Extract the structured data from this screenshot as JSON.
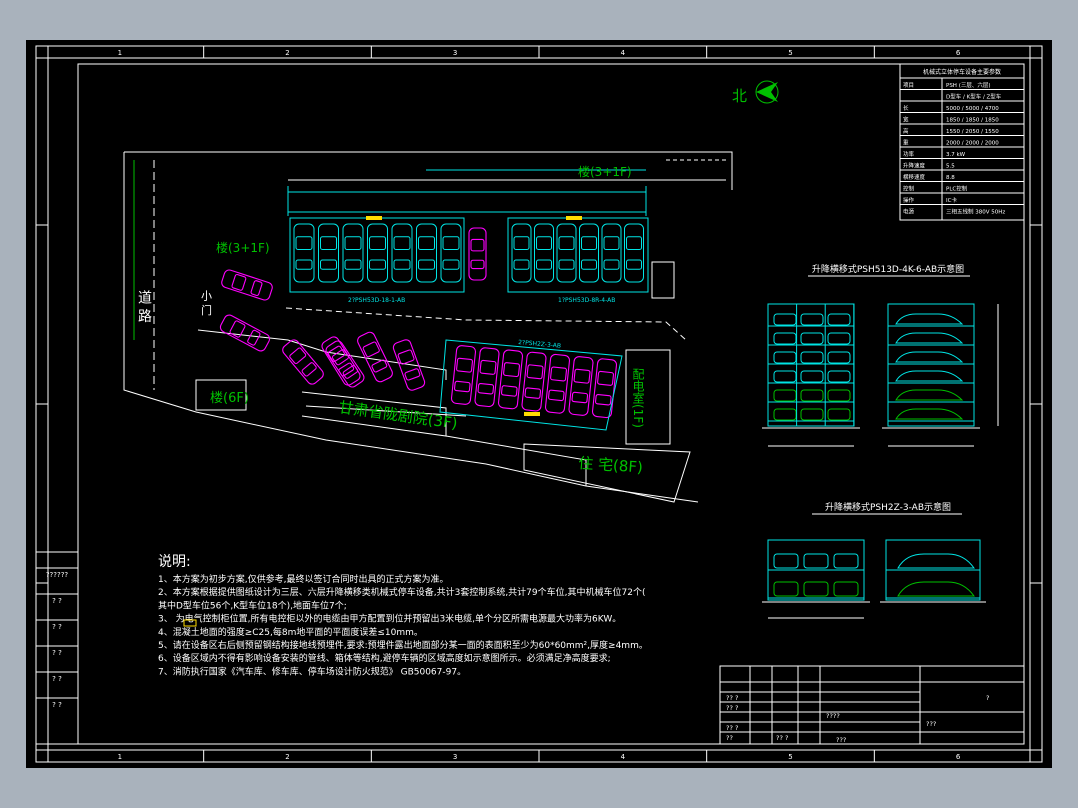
{
  "drawing": {
    "grid_columns": [
      "1",
      "2",
      "3",
      "4",
      "5",
      "6"
    ],
    "north_label": "北",
    "notes": {
      "title": "说明:",
      "lines": [
        "1、本方案为初步方案,仅供参考,最终以签订合同时出具的正式方案为准。",
        "2、本方案根据提供图纸设计为三层、六层升降横移类机械式停车设备,共计3套控制系统,共计79个车位,其中机械车位72个(",
        "   其中D型车位56个,K型车位18个),地面车位7个;",
        "3、 为电气控制柜位置,所有电控柜以外的电缆由甲方配置到位并预留出3米电缆,单个分区所需电源最大功率为6KW。",
        "4、混凝土地面的强度≥C25,每8m地平面的平面度误差≤10mm。",
        "5、请在设备区右后侧预留钢结构接地线预埋件,要求:预埋件露出地面部分某一面的表面积至少为60*60mm²,厚度≥4mm。",
        "6、设备区域内不得有影响设备安装的管线、箱体等结构,避停车辆的区域高度如示意图所示。必须满足净高度要求;",
        "7、消防执行国家《汽车库、修车库、停车场设计防火规范》 GB50067-97。"
      ]
    },
    "site_labels": {
      "road": "道 路",
      "gate": "小 门",
      "bldg_top_right": "楼(3+1F)",
      "bldg_left": "楼(3+1F)",
      "bldg_6f": "楼(6F)",
      "theatre": "甘肃省陇剧院(3F)",
      "housing": "住 宅(8F)",
      "power_room": "配电室(1F)",
      "code_row1_left": "2?PSH53D-18-1-AB",
      "code_row1_right": "1?PSH53D-8R-4-AB",
      "code_row2": "2?PSH2Z-3-AB"
    },
    "diagram_titles": {
      "elev1": "升降横移式PSH513D-4K-6-AB示意图",
      "elev2": "升降横移式PSH2Z-3-AB示意图"
    },
    "param_table": {
      "title": "机械式立体停车设备主要参数",
      "rows": [
        [
          "项目",
          "PSH (三层、六层)"
        ],
        [
          "",
          "D型车 / K型车 / Z型车"
        ],
        [
          "长",
          "5000 / 5000 / 4700"
        ],
        [
          "宽",
          "1850 / 1850 / 1850"
        ],
        [
          "高",
          "1550 / 2050 / 1550"
        ],
        [
          "重",
          "2000 / 2000 / 2000"
        ],
        [
          "功率",
          "3.7 kW"
        ],
        [
          "升降速度",
          "5.5"
        ],
        [
          "横移速度",
          "8.8"
        ],
        [
          "控制",
          "PLC控制"
        ],
        [
          "操作",
          "IC卡"
        ],
        [
          "电源",
          "三相五线制 380V 50Hz"
        ]
      ]
    },
    "revision_table": [
      "??????",
      "? ?",
      "? ?",
      "? ?",
      "? ?",
      "? ?"
    ],
    "title_block": {
      "cells": [
        "????",
        "?? ?",
        "?? ?",
        "?? ?",
        "?? ?",
        "??",
        "???",
        "???",
        "?"
      ]
    }
  }
}
